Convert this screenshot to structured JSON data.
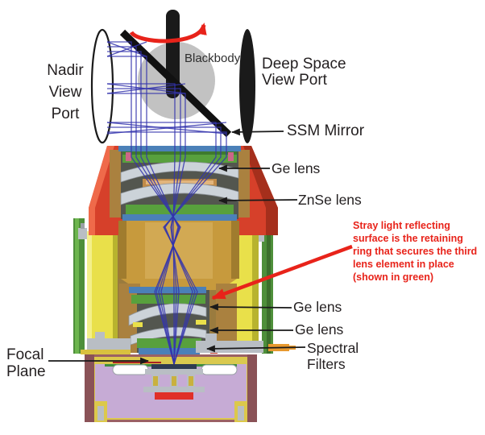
{
  "figure": {
    "description": "Cross-section diagram of a radiometer telescope optical assembly",
    "labels": {
      "nadir_view_port": "Nadir\nView\nPort",
      "blackbody": "Blackbody",
      "deep_space_view_port": "Deep Space\nView Port",
      "ssm_mirror": "SSM Mirror",
      "ge_lens_top": "Ge lens",
      "znse_lens": "ZnSe lens",
      "ge_lens_third": "Ge lens",
      "ge_lens_fourth": "Ge lens",
      "spectral_filters": "Spectral\nFilters",
      "focal_plane": "Focal\nPlane",
      "stray_light_note": "Stray light reflecting\nsurface is the retaining\nring that secures the third\nlens element in place\n(shown in green)"
    }
  },
  "colors": {
    "annotation_red": "#e8231a",
    "housing_red": "#d6402a",
    "body_yellow": "#e9e04a",
    "wall_green": "#58a03d",
    "barrel_gold": "#c79a3d",
    "bronze_ring": "#c08a48",
    "band_blue": "#4b80b8",
    "lens_gray": "#ccd3d9",
    "mount_tan": "#aa813f",
    "housing_purple": "#c6abd5",
    "housing_maroon": "#9b6164",
    "blackbody_gray": "#c2c2c2",
    "ray_blue": "#3434ad",
    "ink_black": "#1a1a1a"
  }
}
